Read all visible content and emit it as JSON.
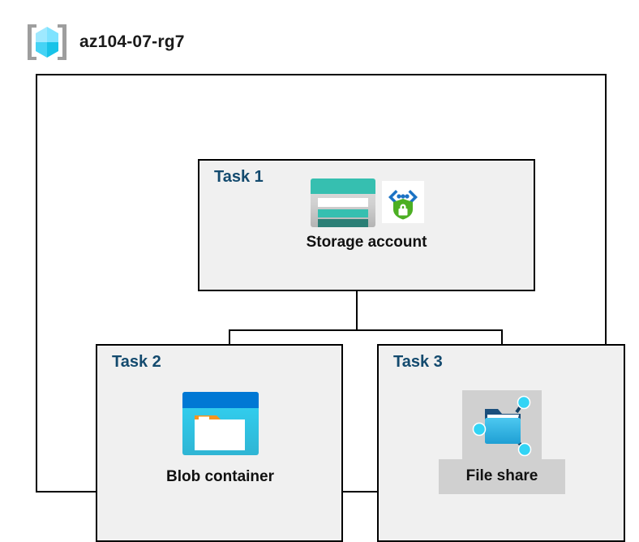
{
  "diagram": {
    "resource_group": {
      "name": "az104-07-rg7",
      "icon": "resource-group-cube-icon"
    },
    "tasks": [
      {
        "label": "Task 1",
        "node_caption": "Storage account",
        "icons": [
          "storage-account-icon",
          "security-shield-lock-icon"
        ]
      },
      {
        "label": "Task 2",
        "node_caption": "Blob container",
        "icons": [
          "blob-container-icon"
        ]
      },
      {
        "label": "Task 3",
        "node_caption": "File share",
        "icons": [
          "file-share-icon"
        ]
      }
    ],
    "colors": {
      "task_label": "#134a6e",
      "task_box_fill": "#f0f0f0",
      "border": "#000000",
      "storage_teal": "#36bfb0",
      "storage_teal_dark": "#2b7f76",
      "blob_blue": "#0078d4",
      "blob_cyan": "#32d4f5",
      "blob_orange": "#f7941e",
      "shield_green": "#4caf23",
      "cube_cyan": "#7fe3ff",
      "bracket_gray": "#9e9e9e",
      "highlight_gray": "#d0d0d0"
    }
  }
}
